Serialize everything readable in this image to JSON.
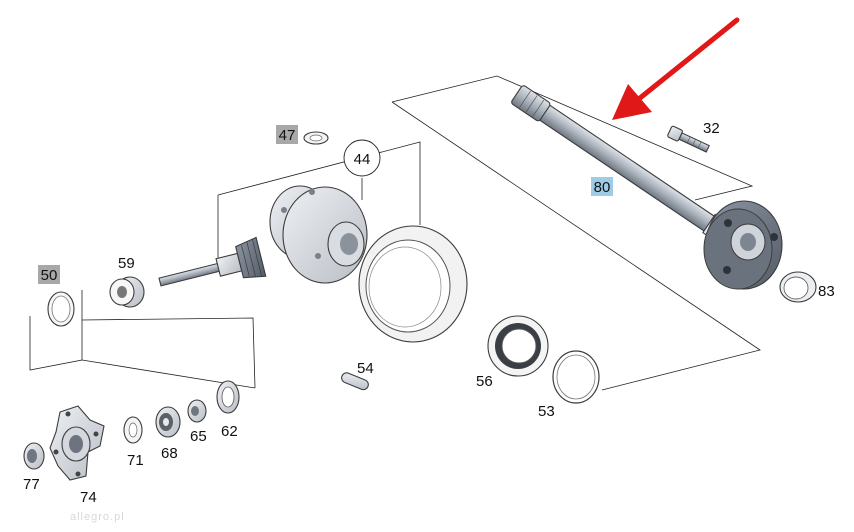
{
  "diagram": {
    "labels": {
      "l32": "32",
      "l44": "44",
      "l47": "47",
      "l50": "50",
      "l53": "53",
      "l54": "54",
      "l56": "56",
      "l59": "59",
      "l62": "62",
      "l65": "65",
      "l68": "68",
      "l71": "71",
      "l74": "74",
      "l77": "77",
      "l80": "80",
      "l83": "83"
    },
    "highlighted_labels": [
      "47",
      "50",
      "80"
    ],
    "pointer_arrow_color": "#e01818",
    "highlight_gray": "#a8a8a8",
    "highlight_blue": "#9ecbe6"
  },
  "watermark": "allegro.pl"
}
